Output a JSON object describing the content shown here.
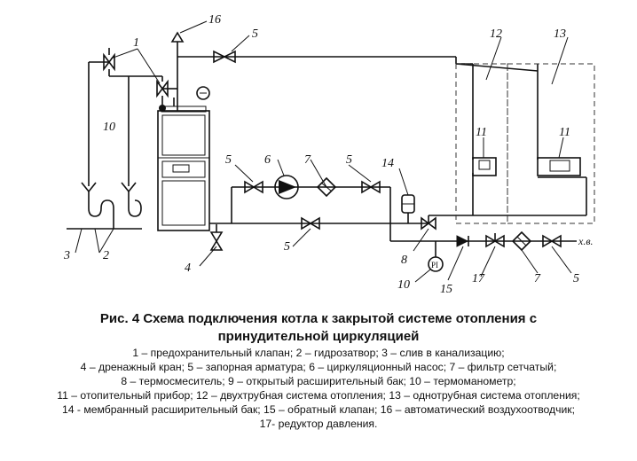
{
  "labels": {
    "n1": "1",
    "n2": "2",
    "n3": "3",
    "n4": "4",
    "n5a": "5",
    "n5b": "5",
    "n5c": "5",
    "n5d": "5",
    "n5e": "5",
    "n6": "6",
    "n7a": "7",
    "n7b": "7",
    "n8": "8",
    "n10a": "10",
    "n10b": "10",
    "n11a": "11",
    "n11b": "11",
    "n12": "12",
    "n13": "13",
    "n14": "14",
    "n15": "15",
    "n16": "16",
    "n17": "17",
    "gauge": "PI",
    "cold_water": "х.в."
  },
  "caption": {
    "title_line1": "Рис. 4 Схема подключения котла к закрытой системе отопления с",
    "title_line2": "принудительной циркуляцией",
    "legend": [
      "1 – предохранительный клапан; 2 – гидрозатвор; 3 – слив в канализацию;",
      "4 – дренажный кран; 5 – запорная арматура; 6 – циркуляционный насос; 7 – фильтр сетчатый;",
      "8 – термосмеситель; 9 – открытый расширительный бак; 10 – термоманометр;",
      "11 – отопительный прибор; 12 – двухтрубная система отопления; 13 – однотрубная система отопления;",
      "14 - мембранный расширительный бак; 15 – обратный клапан; 16 – автоматический воздухоотводчик;",
      "17- редуктор давления."
    ]
  }
}
